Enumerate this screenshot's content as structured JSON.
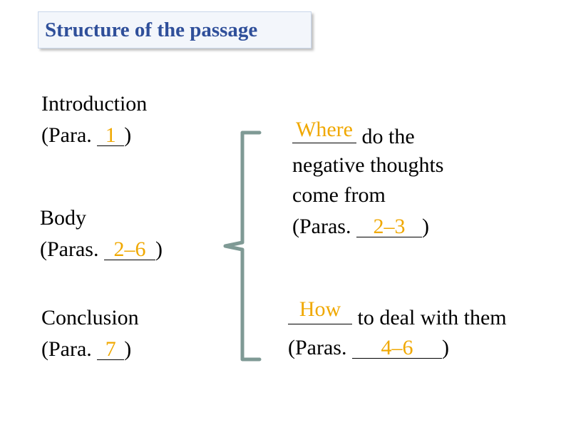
{
  "title": "Structure of the passage",
  "colors": {
    "answer": "#f0a800",
    "title": "#2f4f9a",
    "brace": "#7f9a95"
  },
  "introduction": {
    "label": "Introduction",
    "prefix": "(Para. ",
    "answer": "1",
    "suffix": ")"
  },
  "body": {
    "label": "Body",
    "prefix": "(Paras. ",
    "answer": "2–6",
    "suffix": ")"
  },
  "conclusion": {
    "label": "Conclusion",
    "prefix": "(Para. ",
    "answer": "7",
    "suffix": ")"
  },
  "where_block": {
    "answer": "Where",
    "line1_rest": " do the",
    "line2": "negative thoughts",
    "line3": "come from",
    "paras_prefix": "(Paras. ",
    "paras_answer": "2–3",
    "paras_suffix": ")"
  },
  "how_block": {
    "answer": "How",
    "line1_rest": " to deal with them",
    "paras_prefix": "(Paras. ",
    "paras_answer": "4–6",
    "paras_suffix": ")"
  }
}
